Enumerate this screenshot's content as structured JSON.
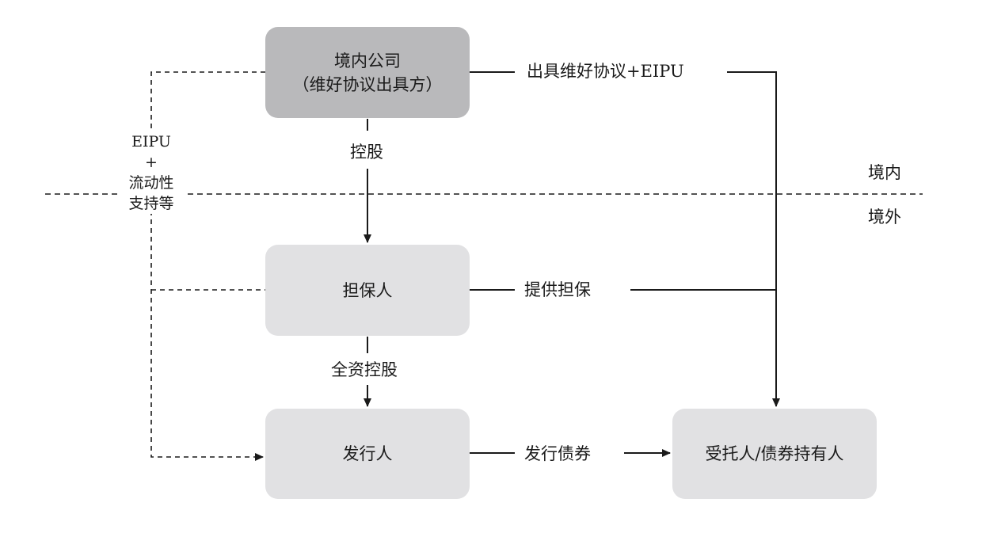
{
  "nodes": {
    "domestic_company": {
      "line1": "境内公司",
      "line2": "（维好协议出具方）"
    },
    "guarantor": {
      "label": "担保人"
    },
    "issuer": {
      "label": "发行人"
    },
    "trustee": {
      "label": "受托人/债券持有人"
    }
  },
  "edges": {
    "keepwell": "出具维好协议+EIPU",
    "control": "控股",
    "guarantee": "提供担保",
    "wholly_owned": "全资控股",
    "issue_bonds": "发行债券"
  },
  "support": {
    "line1": "EIPU",
    "line2": "+",
    "line3": "流动性",
    "line4": "支持等"
  },
  "border": {
    "onshore": "境内",
    "offshore": "境外"
  }
}
